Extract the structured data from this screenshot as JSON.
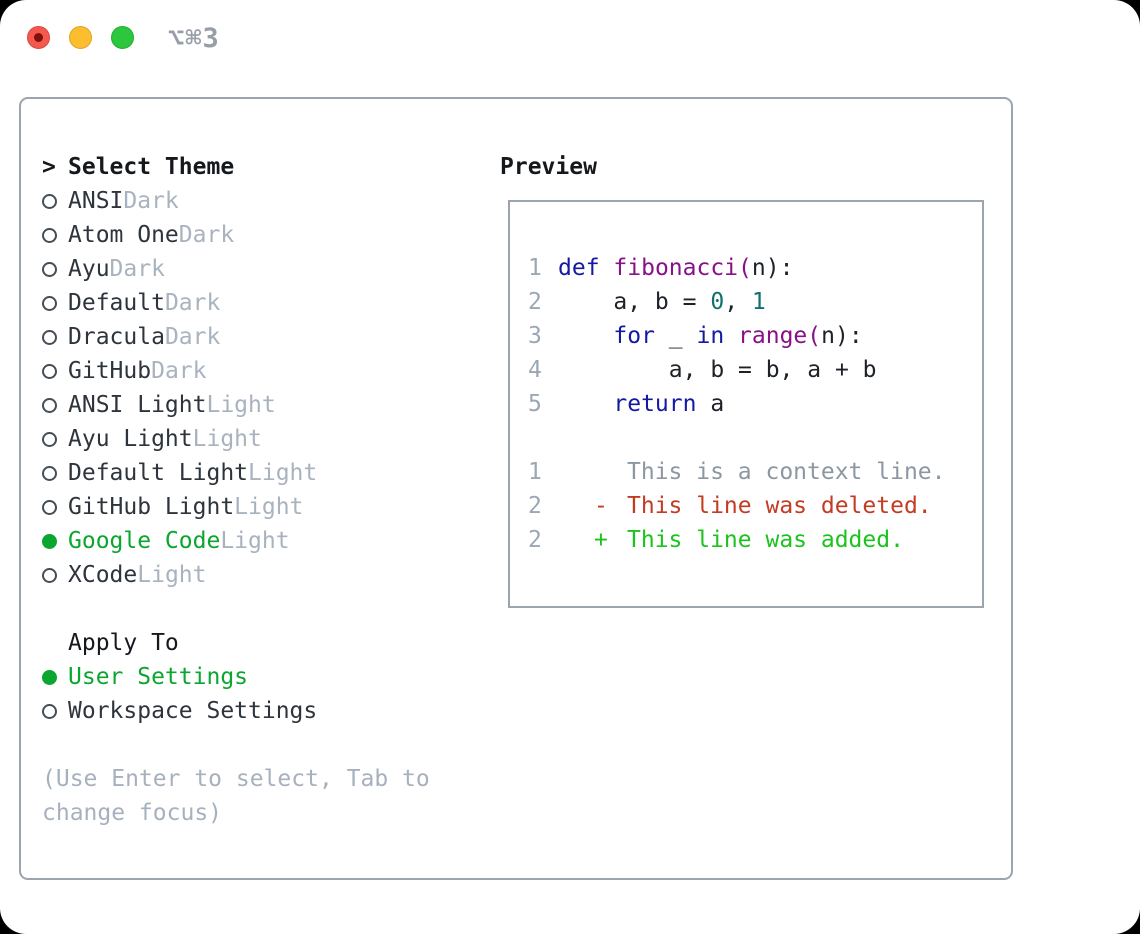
{
  "window": {
    "title": "⌥⌘3"
  },
  "theme_panel": {
    "header_prefix": ">",
    "header": "Select Theme",
    "themes": [
      {
        "name": "ANSI",
        "variant": "Dark",
        "selected": false
      },
      {
        "name": "Atom One",
        "variant": "Dark",
        "selected": false
      },
      {
        "name": "Ayu",
        "variant": "Dark",
        "selected": false
      },
      {
        "name": "Default",
        "variant": "Dark",
        "selected": false
      },
      {
        "name": "Dracula",
        "variant": "Dark",
        "selected": false
      },
      {
        "name": "GitHub",
        "variant": "Dark",
        "selected": false
      },
      {
        "name": "ANSI Light",
        "variant": "Light",
        "selected": false
      },
      {
        "name": "Ayu Light",
        "variant": "Light",
        "selected": false
      },
      {
        "name": "Default Light",
        "variant": "Light",
        "selected": false
      },
      {
        "name": "GitHub Light",
        "variant": "Light",
        "selected": false
      },
      {
        "name": "Google Code",
        "variant": "Light",
        "selected": true
      },
      {
        "name": "XCode",
        "variant": "Light",
        "selected": false
      }
    ],
    "apply_to": {
      "header": "Apply To",
      "options": [
        {
          "label": "User Settings",
          "selected": true
        },
        {
          "label": "Workspace Settings",
          "selected": false
        }
      ]
    },
    "help_text": "(Use Enter to select, Tab to change focus)"
  },
  "preview": {
    "header": "Preview",
    "code_lines": [
      {
        "num": "1",
        "tokens": [
          [
            "kw",
            "def"
          ],
          [
            "pl",
            " "
          ],
          [
            "fn",
            "fibonacci("
          ],
          [
            "pl",
            "n):"
          ]
        ]
      },
      {
        "num": "2",
        "tokens": [
          [
            "pl",
            "    a, b = "
          ],
          [
            "lit",
            "0"
          ],
          [
            "pl",
            ", "
          ],
          [
            "lit",
            "1"
          ]
        ]
      },
      {
        "num": "3",
        "tokens": [
          [
            "pl",
            "    "
          ],
          [
            "kw",
            "for"
          ],
          [
            "pl",
            " _ "
          ],
          [
            "kw",
            "in"
          ],
          [
            "pl",
            " "
          ],
          [
            "fn",
            "range("
          ],
          [
            "pl",
            "n):"
          ]
        ]
      },
      {
        "num": "4",
        "tokens": [
          [
            "pl",
            "        a, b = b, a + b"
          ]
        ]
      },
      {
        "num": "5",
        "tokens": [
          [
            "pl",
            "    "
          ],
          [
            "kw",
            "return"
          ],
          [
            "pl",
            " a"
          ]
        ]
      }
    ],
    "diff_lines": [
      {
        "num": "1",
        "marker": "",
        "text": "This is a context line.",
        "kind": "context"
      },
      {
        "num": "2",
        "marker": "-",
        "text": "This line was deleted.",
        "kind": "deleted"
      },
      {
        "num": "2",
        "marker": "+",
        "text": "This line was added.",
        "kind": "added"
      }
    ]
  },
  "colors": {
    "selection_green": "#0ba62f",
    "added_green": "#1dc31d",
    "deleted_red": "#c43b23",
    "context_gray": "#8d97a2",
    "keyword_navy": "#1418a2",
    "function_purple": "#871287",
    "literal_teal": "#11706e",
    "muted_gray": "#a9b3bf",
    "line_number_gray": "#9ca7b4",
    "text_dark": "#2e343c",
    "border_gray": "#9ba4af",
    "traffic_red": "#f4594e",
    "traffic_yellow": "#fcbd2f",
    "traffic_green": "#2cc73d"
  }
}
